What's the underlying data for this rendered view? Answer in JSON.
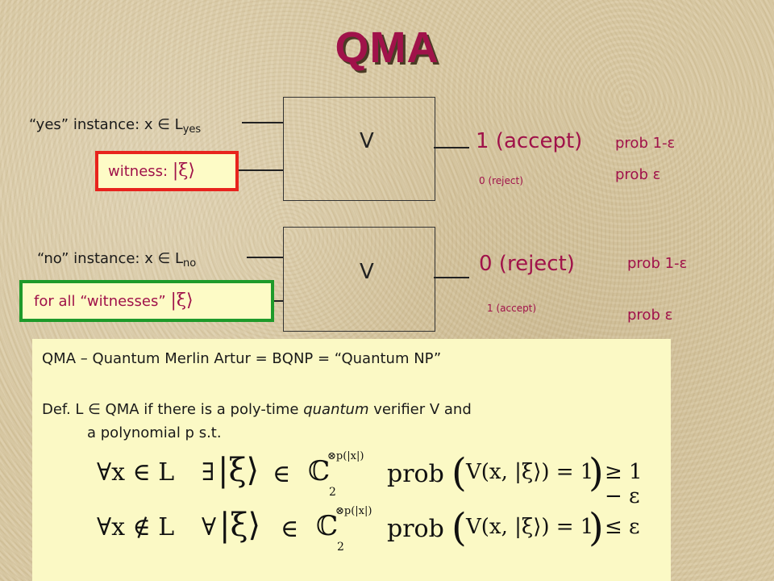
{
  "title": "QMA",
  "yes_case": {
    "instance_prefix": "“yes” instance: x ∈ L",
    "instance_sub": "yes",
    "verifier": "V",
    "witness_label": "witness: ",
    "witness_ket": "|ξ⟩",
    "main_outcome": "1 (accept)",
    "alt_outcome": "0 (reject)",
    "main_prob": "prob 1-ε",
    "alt_prob": "prob ε"
  },
  "no_case": {
    "instance_prefix": "“no” instance: x ∈ L",
    "instance_sub": "no",
    "verifier": "V",
    "witness_label": "for all “witnesses” ",
    "witness_ket": "|ξ⟩",
    "main_outcome": "0 (reject)",
    "alt_outcome": "1 (accept)",
    "main_prob": "prob 1-ε",
    "alt_prob": "prob ε"
  },
  "panel": {
    "line1": "QMA – Quantum Merlin Artur = BQNP = “Quantum NP”",
    "def_a": "Def.  L ∈ QMA if there is a poly-time ",
    "def_em": "quantum",
    "def_b": " verifier V and",
    "def_line2": "a polynomial p s.t.",
    "f1": {
      "quant": "∀x ∈ L",
      "exists": "∃",
      "ket": "|ξ⟩",
      "in": "∈",
      "space": "ℂ",
      "space_sub": "2",
      "space_sup": "⊗p(|x|)",
      "prob": "prob",
      "lparen": "(",
      "call": "V(x, |ξ⟩) = 1",
      "rparen": ")",
      "rel": "≥ 1 − ε"
    },
    "f2": {
      "quant": "∀x ∉ L",
      "forall": "∀",
      "ket": "|ξ⟩",
      "in": "∈",
      "space": "ℂ",
      "space_sub": "2",
      "space_sup": "⊗p(|x|)",
      "prob": "prob",
      "lparen": "(",
      "call": "V(x, |ξ⟩) = 1",
      "rparen": ")",
      "rel": "≤ ε"
    }
  }
}
